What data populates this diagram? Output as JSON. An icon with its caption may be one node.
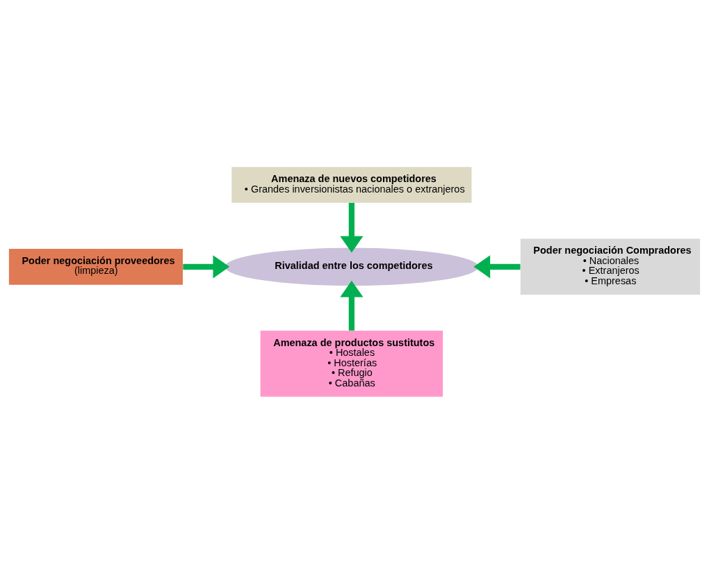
{
  "diagram": {
    "nodes": [
      {
        "text": [
          "Amenaza de nuevos competidores",
          "• Grandes inversionistas nacionales o extranjeros"
        ]
      },
      {
        "text": [
          "Poder negociación proveedores",
          "(limpieza)"
        ]
      },
      {
        "text": [
          "Rivalidad entre los competidores"
        ]
      },
      {
        "text": [
          "Poder negociación Compradores",
          "• Nacionales",
          "• Extranjeros",
          "• Empresas"
        ]
      },
      {
        "text": [
          "Amenaza de productos sustitutos",
          "• Hostales",
          "• Hosterías",
          "• Refugio",
          "• Cabañas"
        ]
      }
    ],
    "edges": [
      {
        "from": 0,
        "to": 2,
        "arrow": "to"
      },
      {
        "from": 1,
        "to": 2,
        "arrow": "to"
      },
      {
        "from": 3,
        "to": 2,
        "arrow": "to"
      },
      {
        "from": 4,
        "to": 2,
        "arrow": "to"
      }
    ]
  }
}
